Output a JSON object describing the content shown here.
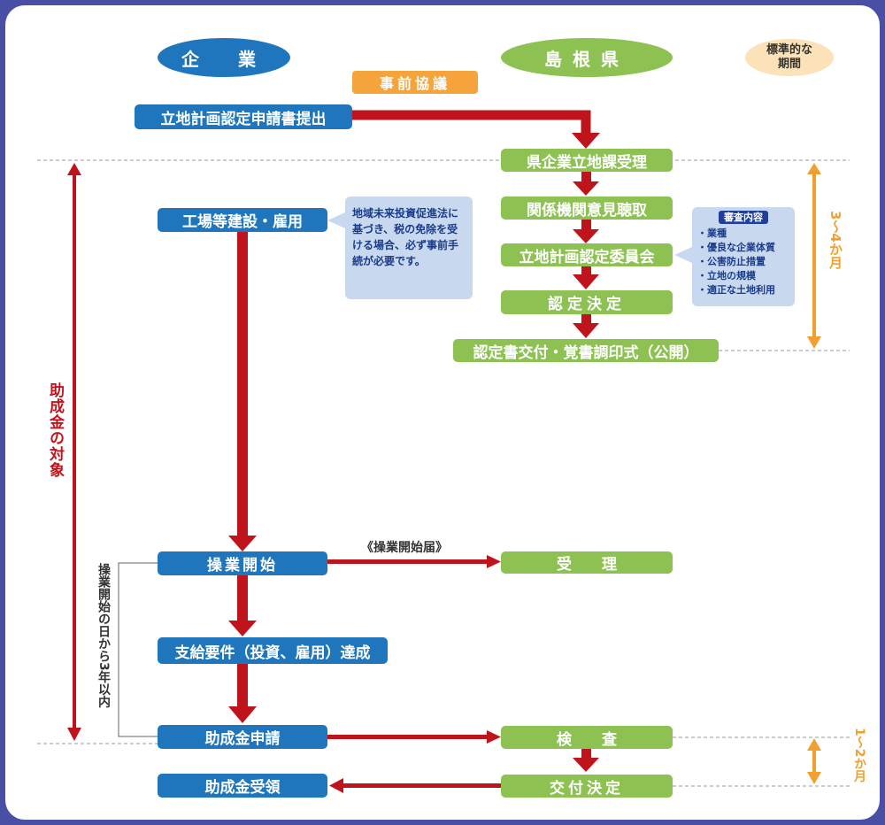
{
  "headers": {
    "company": "企　業",
    "prefecture": "島根県",
    "period": "標準的な期間",
    "pre_consultation": "事前協議"
  },
  "company_steps": {
    "plan_submit": "立地計画認定申請書提出",
    "construction": "工場等建設・雇用",
    "operation_start": "操業開始",
    "requirement": "支給要件（投資、雇用）達成",
    "grant_apply": "助成金申請",
    "grant_receive": "助成金受領"
  },
  "prefecture_steps": {
    "receipt": "県企業立地課受理",
    "hearing": "関係機関意見聴取",
    "committee": "立地計画認定委員会",
    "decision": "認定決定",
    "ceremony": "認定書交付・覚書調印式（公開）",
    "accept": "受　　理",
    "inspection": "検　　査",
    "grant_decision": "交付決定"
  },
  "notes": {
    "tax_note": "地域未来投資促進法に基づき、税の免除を受ける場合、必ず事前手続が必要です。",
    "review_title": "審査内容",
    "review_items": [
      "業種",
      "優良な企業体質",
      "公害防止措置",
      "立地の規模",
      "適正な土地利用"
    ]
  },
  "labels": {
    "op_notice": "《操業開始届》",
    "grant_target": "助成金の対象",
    "within_3_years": "操業開始の日から3年以内",
    "period_1": "3～4か月",
    "period_2": "1～2か月"
  },
  "colors": {
    "company_box": "#1f76bd",
    "prefecture_box": "#8dc152",
    "arrow_red": "#c0141c",
    "period_orange": "#f0a030"
  }
}
